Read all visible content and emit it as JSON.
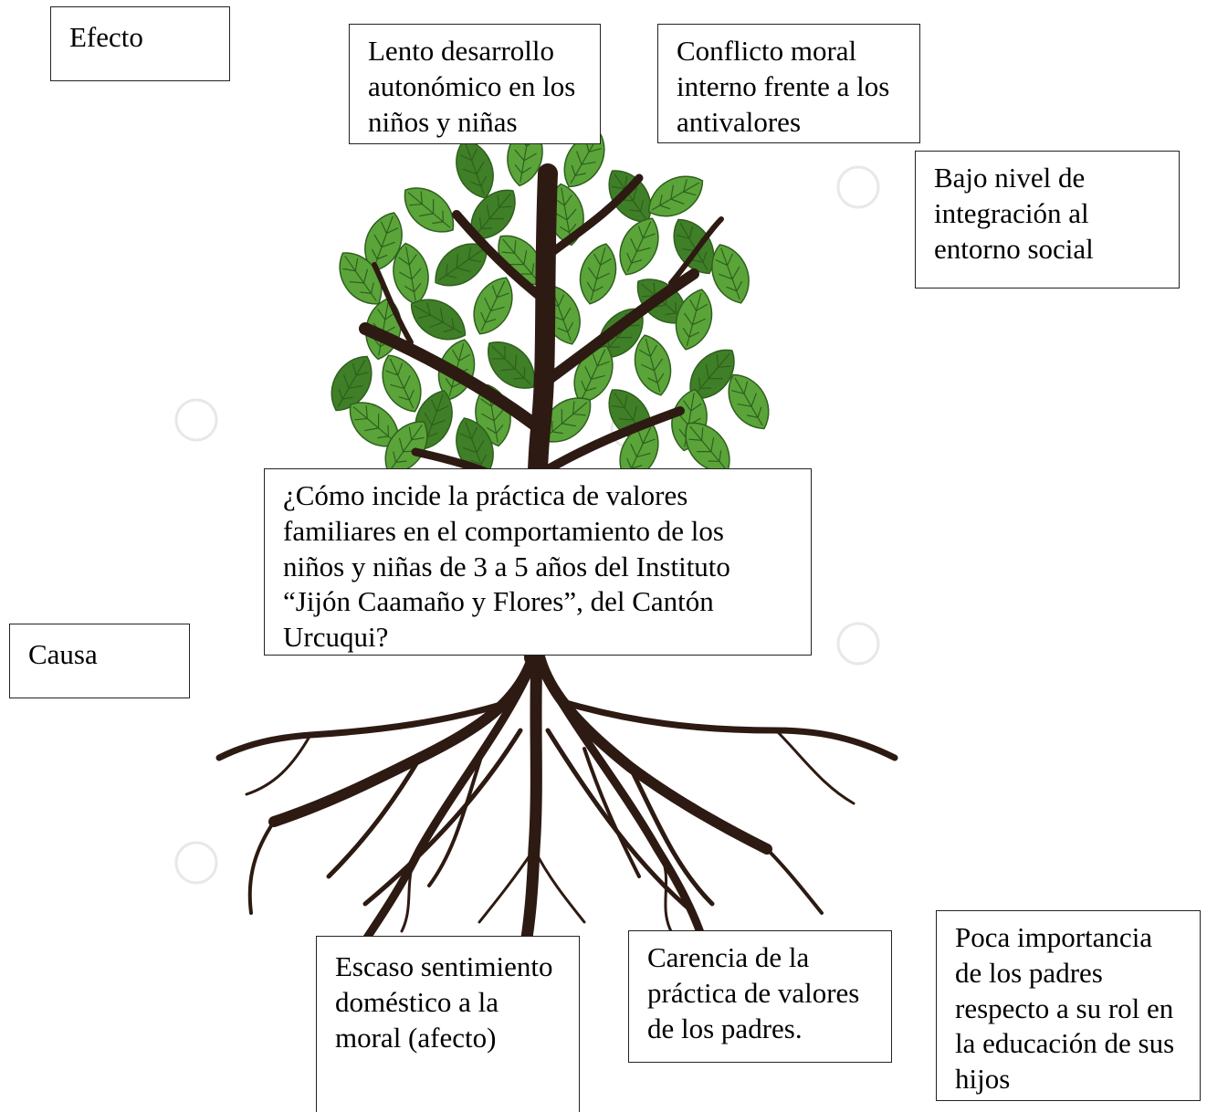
{
  "labels": {
    "effect": "Efecto",
    "cause": "Causa"
  },
  "effects": [
    "Lento desarrollo\nautonómico en los\nniños y niñas",
    "Conflicto moral\ninterno frente a los\nantivalores",
    "Bajo nivel de\nintegración al\nentorno social"
  ],
  "problem": "¿Cómo incide la práctica de valores\nfamiliares en el comportamiento de los\nniños y niñas de 3 a 5 años del Instituto\n“Jijón Caamaño y Flores”, del Cantón\nUrcuqui?",
  "causes": [
    "Escaso sentimiento\ndoméstico a la\nmoral (afecto)",
    "Carencia de la\npráctica de valores\nde los padres.",
    "Poca importancia\nde los padres\nrespecto a su rol en\nla educación de sus\nhijos"
  ],
  "colors": {
    "leaf": "#5aa43a",
    "leaf_dark": "#3f7f27",
    "leaf_vein": "#2f5f1d",
    "trunk": "#2d1a12"
  }
}
